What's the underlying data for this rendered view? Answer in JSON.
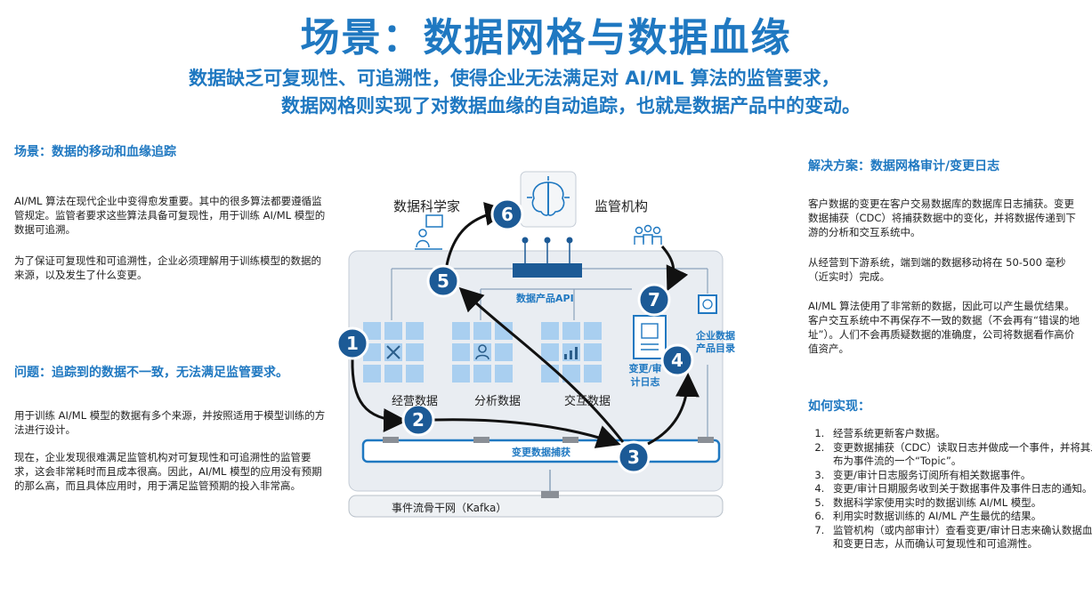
{
  "title": "场景：数据网格与数据血缘",
  "subtitle": {
    "line1": "数据缺乏可复现性、可追溯性，使得企业无法满足对 AI/ML 算法的监管要求，",
    "line2": "数据网格则实现了对数据血缘的自动追踪，也就是数据产品中的变动。"
  },
  "left": {
    "scenario_heading": "场景：数据的移动和血缘追踪",
    "scenario_p1": "AI/ML 算法在现代企业中变得愈发重要。其中的很多算法都要遵循监管规定。监管者要求这些算法具备可复现性，用于训练 AI/ML 模型的数据可追溯。",
    "scenario_p2": "为了保证可复现性和可追溯性，企业必须理解用于训练模型的数据的来源，以及发生了什么变更。",
    "problem_heading": "问题：追踪到的数据不一致，无法满足监管要求。",
    "problem_p1": "用于训练 AI/ML 模型的数据有多个来源，并按照适用于模型训练的方法进行设计。",
    "problem_p2": "现在，企业发现很难满足监管机构对可复现性和可追溯性的监管要求，这会非常耗时而且成本很高。因此，AI/ML 模型的应用没有预期的那么高，而且具体应用时，用于满足监管预期的投入非常高。"
  },
  "right": {
    "solution_heading": "解决方案：数据网格审计/变更日志",
    "solution_p1": "客户数据的变更在客户交易数据库的数据库日志捕获。变更数据捕获（CDC）将捕获数据中的变化，并将数据传递到下游的分析和交互系统中。",
    "solution_p2": "从经营到下游系统，端到端的数据移动将在 50-500 毫秒（近实时）完成。",
    "solution_p3": "AI/ML 算法使用了非常新的数据，因此可以产生最优结果。客户交互系统中不再保存不一致的数据（不会再有“错误的地址”）。人们不会再质疑数据的准确度，公司将数据看作高价值资产。",
    "how_heading": "如何实现：",
    "steps": [
      "经营系统更新客户数据。",
      "变更数据捕获（CDC）读取日志并做成一个事件，并将其发布为事件流的一个“Topic”。",
      "变更/审计日志服务订阅所有相关数据事件。",
      "变更/审计日期服务收到关于数据事件及事件日志的通知。",
      "数据科学家使用实时的数据训练 AI/ML 模型。",
      "利用实时数据训练的 AI/ML 产生最优的结果。",
      "监管机构（或内部审计）查看变更/审计日志来确认数据血缘和变更日志，从而确认可复现性和可追溯性。"
    ]
  },
  "diagram": {
    "data_scientist": "数据科学家",
    "regulator": "监管机构",
    "api_label": "数据产品API",
    "ops_data": "经营数据",
    "analytics_data": "分析数据",
    "interaction_data": "交互数据",
    "audit_log": "变更/审\n计日志",
    "catalog": "企业数据\n产品目录",
    "cdc": "变更数据捕获",
    "kafka": "事件流骨干网（Kafka）",
    "badges": [
      "1",
      "2",
      "3",
      "4",
      "5",
      "6",
      "7"
    ],
    "colors": {
      "accent": "#1f78c1",
      "badge": "#1c5a96",
      "panel": "#e9edf2",
      "tile": "#a9cff0"
    }
  }
}
